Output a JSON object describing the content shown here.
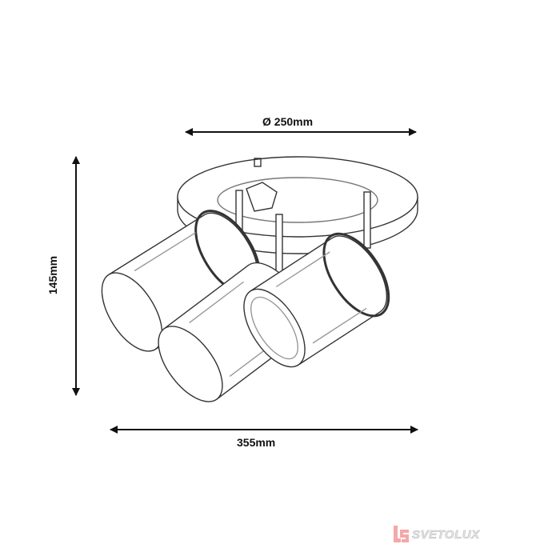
{
  "dimensions": {
    "diameter": "Ø 250mm",
    "height": "145mm",
    "width": "355mm"
  },
  "logo": {
    "text": "SVETOLUX",
    "mark": "LS"
  },
  "colors": {
    "line": "#1a1a1a",
    "logo_mark": "#f4a8a8",
    "logo_text": "#e6e6e6"
  }
}
